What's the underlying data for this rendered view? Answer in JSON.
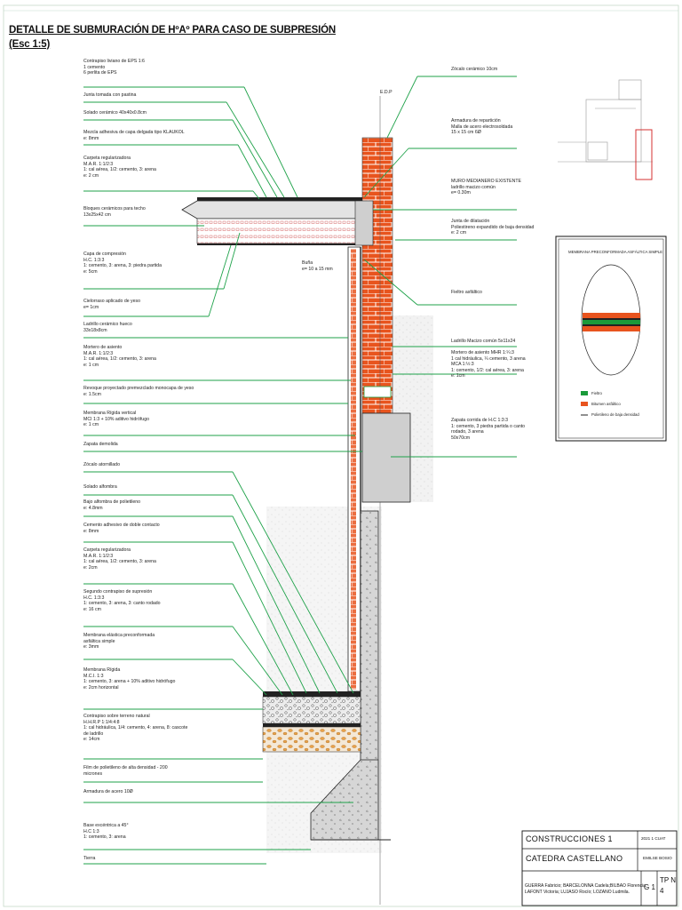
{
  "title": {
    "line1": "DETALLE DE SUBMURACIÓN DE HºAº PARA CASO DE SUBPRESIÓN",
    "line2": "(Esc 1:5)"
  },
  "labels_left": [
    {
      "lines": [
        "Contrapiso liviano de EPS 1:6",
        "1 cemento",
        "6 perlita de EPS"
      ]
    },
    {
      "lines": [
        "Junta tomada con pastina"
      ]
    },
    {
      "lines": [
        "Solado cerámico 40x40x0.8cm"
      ]
    },
    {
      "lines": [
        "Mezcla adhesiva de capa delgada tipo KLAUKOL",
        "e: 8mm"
      ]
    },
    {
      "lines": [
        "Carpeta regularizadora",
        "M.A.R. 1:1/2:3",
        "1: cal aérea, 1/2: cemento, 3: arena",
        "e: 2 cm"
      ]
    },
    {
      "lines": [
        "Bloques cerámicos para techo",
        "13x25x42 cm"
      ]
    },
    {
      "lines": [
        "Capa de compresión",
        "H.C. 1:3:3",
        "1: cemento, 3: arena, 3: piedra partida",
        "e: 5cm"
      ]
    },
    {
      "lines": [
        "Cielorraso aplicado de yeso",
        "e= 1cm"
      ]
    },
    {
      "lines": [
        "Ladrillo cerámico hueco",
        "33x18x8cm"
      ]
    },
    {
      "lines": [
        "Mortero de asiento",
        "M.A.R. 1:1/2:3",
        "1: cal aérea, 1/2: cemento, 3: arena",
        "e: 1 cm"
      ]
    },
    {
      "lines": [
        "Revoque proyectado premezclado monocapa de yeso",
        "e: 1.5cm"
      ]
    },
    {
      "lines": [
        "Membrana Rígida vertical",
        "MCI 1:3 + 10% aditivo hidrófugo",
        "e: 1 cm"
      ]
    },
    {
      "lines": [
        "Zapata demolida"
      ]
    },
    {
      "lines": [
        "Zócalo atornillado"
      ]
    },
    {
      "lines": [
        "Solado alfombra"
      ]
    },
    {
      "lines": [
        "Bajo alfombra de polietileno",
        "e: 4.8mm"
      ]
    },
    {
      "lines": [
        "Cemento adhesivo de doble contacto",
        "e: 8mm"
      ]
    },
    {
      "lines": [
        "Carpeta regularizadora",
        "M.A.R. 1:1/2:3",
        "1: cal aérea, 1/2: cemento, 3: arena",
        "e: 2cm"
      ]
    },
    {
      "lines": [
        "Segundo contrapiso de supresión",
        "H.C. 1:3:3",
        "1: cemento, 3: arena, 3: canto rodado",
        "e: 16 cm"
      ]
    },
    {
      "lines": [
        "Membrana elástica preconformada",
        "asfáltica simple",
        "e: 3mm"
      ]
    },
    {
      "lines": [
        "Membrana Rígida",
        "M.C.I. 1:3",
        "1: cemento, 3: arena + 10% aditivo hidrófugo",
        "e: 2cm horizontal"
      ]
    },
    {
      "lines": [
        "Contrapiso sobre terreno natural",
        "H.H.R.P 1:1/4:4:8",
        "1: cal hidráulica, 1/4: cemento, 4: arena, 8: cascote",
        "de ladrillo",
        "e: 14cm"
      ]
    },
    {
      "lines": [
        "Film de polietileno de alta densidad - 200",
        "micrones"
      ]
    },
    {
      "lines": [
        "Armadura de acero 10Ø"
      ]
    },
    {
      "lines": [
        "Base excéntrica a 45°",
        "H.C 1:3",
        "1: cemento, 3: arena"
      ]
    },
    {
      "lines": [
        "Tierra"
      ]
    }
  ],
  "labels_right": [
    {
      "lines": [
        "Zócalo cerámico 10cm"
      ]
    },
    {
      "lines": [
        "Armadura de repartición",
        "Malla de acero electrosoldada",
        "15 x 15 cm 6Ø"
      ]
    },
    {
      "lines": [
        "MURO MEDIANERO EXISTENTE",
        "ladrillo macizo común",
        "e= 0.30m"
      ]
    },
    {
      "lines": [
        "Junta de dilatación",
        "Poliestireno expandido de baja densidad",
        "e: 2 cm"
      ]
    },
    {
      "lines": [
        "Fieltro asfáltico"
      ]
    },
    {
      "lines": [
        "Ladrillo Macizo común 5x11x24"
      ]
    },
    {
      "lines": [
        "Mortero de asiento MHR 1:¼:3",
        "1 cal hidráulica, ¼ cemento, 3 arena",
        "MCA 1:½:3",
        "1: cemento, 1/2: cal aérea, 3: arena",
        "e: 1cm"
      ]
    },
    {
      "lines": [
        "Zapata corrida de H.C 1:3:3",
        "1: cemento, 3 piedra partida o canto",
        "rodado, 3 arena",
        "50x70cm"
      ]
    }
  ],
  "labels_center": {
    "edp": "E.D.P",
    "bunia": [
      "Buña",
      "e= 10 a 15 mm"
    ]
  },
  "membrane_legend": {
    "title": "MEMBRANA PRECONFORMADA ASFÁLTICA SIMPLE",
    "items": [
      {
        "label": "Fieltro",
        "color": "#1a9a3a"
      },
      {
        "label": "Bitumen asfáltico",
        "color": "#e8541e"
      },
      {
        "label": "Polietileno de baja densidad",
        "color": "#222222"
      }
    ]
  },
  "title_block": {
    "course": "CONSTRUCCIONES 1",
    "period": "2021 1 CUAT",
    "chair": "CATEDRA CASTELLANO",
    "teacher": "EMILSE BOSIO",
    "students": [
      "GUERRA Fabricio; BARCELONNA Cadela;BILBAO Florencia;",
      "LAFONT Victoria; LUJASO Rocío; LOZANO Ludmila."
    ],
    "group": "G 1",
    "tp": [
      "TP N",
      "4"
    ]
  },
  "colors": {
    "leader": "#1fa24a",
    "brick": "#e8541e",
    "concrete": "#cfcfcf",
    "keyplan_highlight": "#d43030"
  }
}
